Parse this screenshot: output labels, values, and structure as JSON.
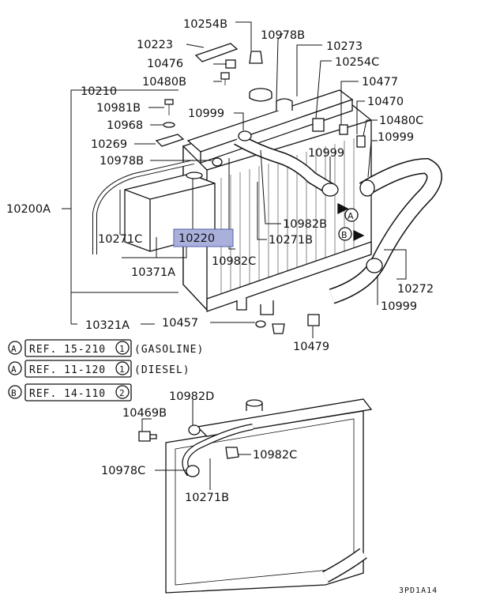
{
  "labels": {
    "p10254B": "10254B",
    "p10978B_top": "10978B",
    "p10223": "10223",
    "p10273": "10273",
    "p10476": "10476",
    "p10254C": "10254C",
    "p10480B": "10480B",
    "p10477": "10477",
    "p10210": "10210",
    "p10470": "10470",
    "p10981B": "10981B",
    "p10999_a": "10999",
    "p10480C": "10480C",
    "p10968": "10968",
    "p10999_right": "10999",
    "p10269": "10269",
    "p10999_mid": "10999",
    "p10978B_mid": "10978B",
    "p10200A": "10200A",
    "p10982B": "10982B",
    "p10271C": "10271C",
    "p10220": "10220",
    "p10271B_top": "10271B",
    "p10982C_top": "10982C",
    "p10371A": "10371A",
    "p10272": "10272",
    "p10999_low": "10999",
    "p10321A": "10321A",
    "p10457": "10457",
    "p10479": "10479",
    "p10982D": "10982D",
    "p10469B": "10469B",
    "p10982C_bot": "10982C",
    "p10978C": "10978C",
    "p10271B_bot": "10271B"
  },
  "markers": {
    "a": "A",
    "b": "B"
  },
  "references": [
    {
      "marker": "A",
      "text": "REF. 15-210",
      "circled": "1",
      "note": "(GASOLINE)"
    },
    {
      "marker": "A",
      "text": "REF. 11-120",
      "circled": "1",
      "note": "(DIESEL)"
    },
    {
      "marker": "B",
      "text": "REF. 14-110",
      "circled": "2",
      "note": ""
    }
  ],
  "diagram_code": "3PD1A14",
  "highlight_part": "10220",
  "colors": {
    "highlight_fill": "#aab0dc",
    "highlight_stroke": "#5560a8",
    "ink": "#111111"
  }
}
